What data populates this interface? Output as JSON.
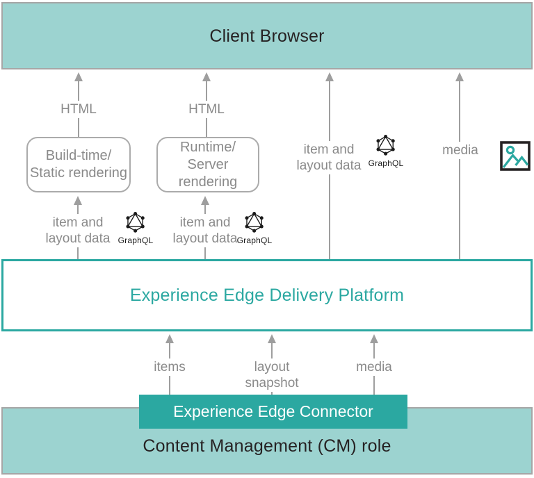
{
  "colors": {
    "light_teal": "#9CD3D0",
    "teal": "#2BA8A1",
    "border_gray": "#A6A6A6",
    "text_gray": "#8A8A8A",
    "arrow_gray": "#9E9E9E",
    "dark_text": "#262223",
    "logo_black": "#1B1B1B"
  },
  "client_browser": {
    "label": "Client Browser"
  },
  "rendering_boxes": [
    {
      "line1": "Build-time/",
      "line2": "Static rendering"
    },
    {
      "line1": "Runtime/",
      "line2": "Server rendering"
    }
  ],
  "flow_labels": {
    "html_left": "HTML",
    "html_right": "HTML",
    "item_layout_left": {
      "line1": "item and",
      "line2": "layout data"
    },
    "item_layout_right": {
      "line1": "item and",
      "line2": "layout data"
    },
    "item_layout_top": {
      "line1": "item and",
      "line2": "layout data"
    },
    "media_top": "media",
    "items_bottom": "items",
    "layout_snapshot": {
      "line1": "layout",
      "line2": "snapshot"
    },
    "media_bottom": "media"
  },
  "graphql": {
    "label": "GraphQL"
  },
  "delivery_platform": {
    "label": "Experience Edge Delivery Platform"
  },
  "connector": {
    "label": "Experience Edge Connector"
  },
  "cm_role": {
    "label": "Content Management (CM) role"
  }
}
